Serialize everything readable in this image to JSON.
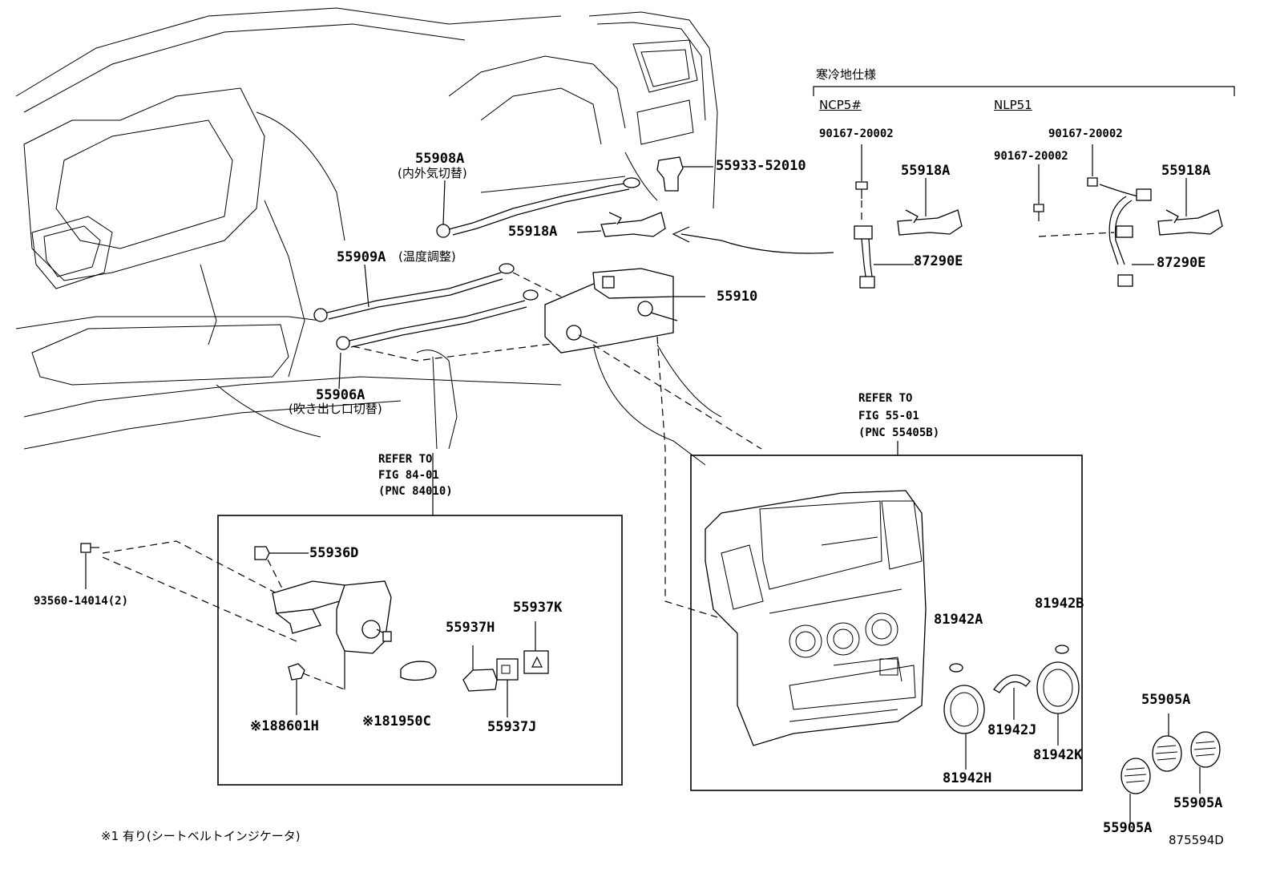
{
  "note_region": "寒冷地仕様",
  "variants": [
    "NCP5#",
    "NLP51"
  ],
  "labels": {
    "p55908A": "55908A",
    "p55908A_desc": "(内外気切替)",
    "p55933": "55933-52010",
    "p55918A_main": "55918A",
    "p55909A": "55909A",
    "p55909A_desc": "(温度調整)",
    "p55910": "55910",
    "p55906A": "55906A",
    "p55906A_desc": "(吹き出し口切替)",
    "ncp_90167": "90167-20002",
    "ncp_55918A": "55918A",
    "ncp_87290E": "87290E",
    "nlp_90167_a": "90167-20002",
    "nlp_90167_b": "90167-20002",
    "nlp_55918A": "55918A",
    "nlp_87290E": "87290E",
    "refer_84": [
      "REFER TO",
      "FIG 84-01",
      "(PNC 84010)"
    ],
    "refer_55": [
      "REFER TO",
      "FIG 55-01",
      "(PNC 55405B)"
    ],
    "p93560": "93560-14014(2)",
    "p55936D": "55936D",
    "p55937K": "55937K",
    "p55937H": "55937H",
    "p55937J": "55937J",
    "p88601H": "※188601H",
    "p81950C": "※181950C",
    "p81942A": "81942A",
    "p81942B": "81942B",
    "p81942J": "81942J",
    "p81942K": "81942K",
    "p81942H": "81942H",
    "p55905A_1": "55905A",
    "p55905A_2": "55905A",
    "p55905A_3": "55905A"
  },
  "footnote": "※1 有り(シートベルトインジケータ)",
  "figure_id": "875594D"
}
